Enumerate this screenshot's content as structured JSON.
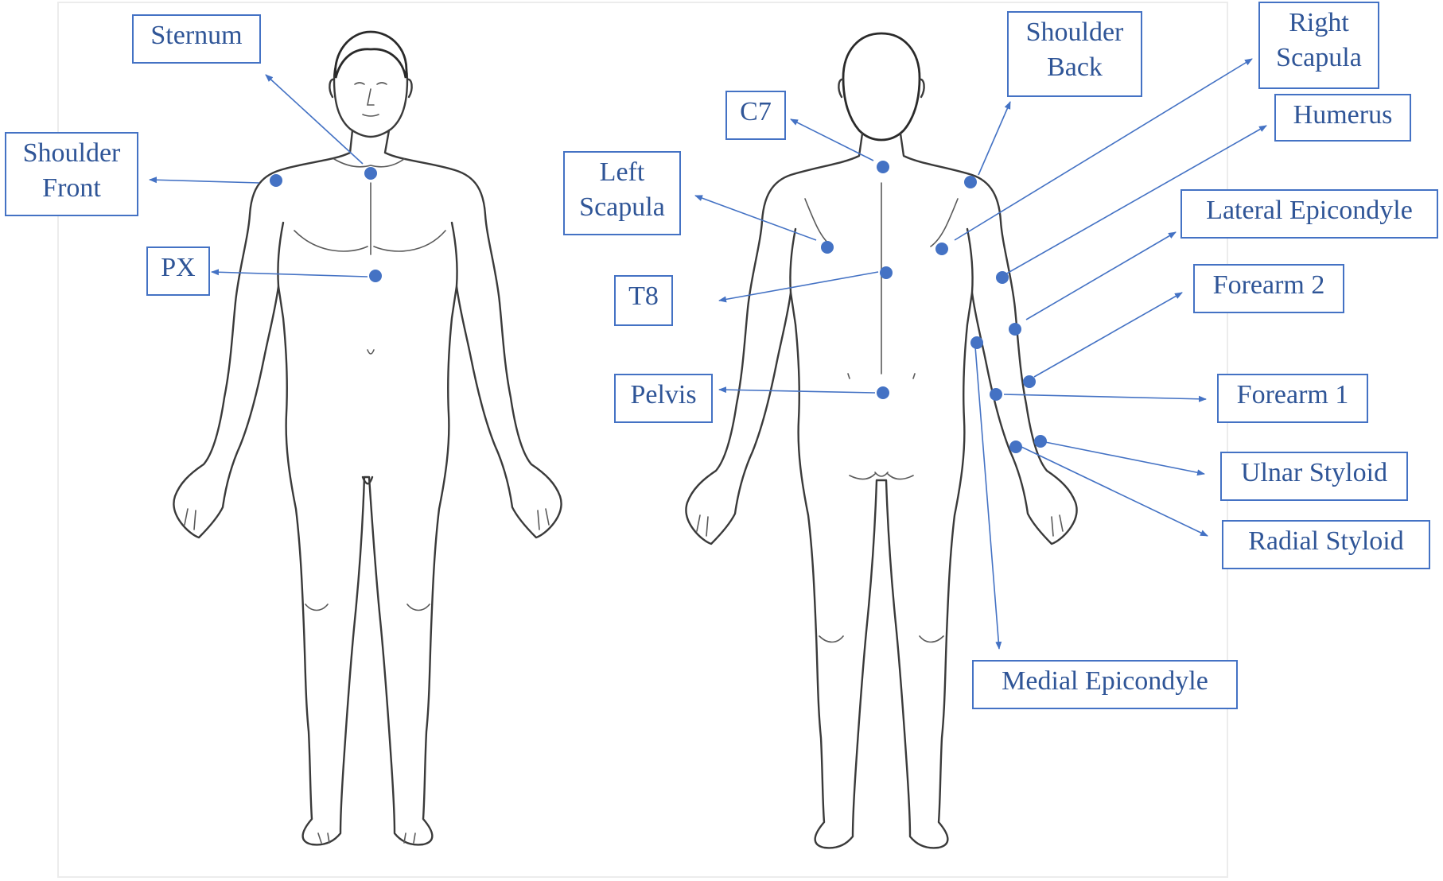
{
  "accent_color": "#4472c4",
  "text_color": "#2f5597",
  "figures": {
    "front": {
      "icon": "human-body-front-outline"
    },
    "back": {
      "icon": "human-body-back-outline"
    }
  },
  "labels": {
    "sternum": "Sternum",
    "shoulder_front": "Shoulder\nFront",
    "px": "PX",
    "c7": "C7",
    "left_scapula": "Left\nScapula",
    "t8": "T8",
    "pelvis": "Pelvis",
    "shoulder_back": "Shoulder\nBack",
    "right_scapula": "Right\nScapula",
    "humerus": "Humerus",
    "lateral_epicondyle": "Lateral Epicondyle",
    "forearm_2": "Forearm 2",
    "forearm_1": "Forearm 1",
    "ulnar_styloid": "Ulnar Styloid",
    "radial_styloid": "Radial Styloid",
    "medial_epicondyle": "Medial Epicondyle"
  }
}
